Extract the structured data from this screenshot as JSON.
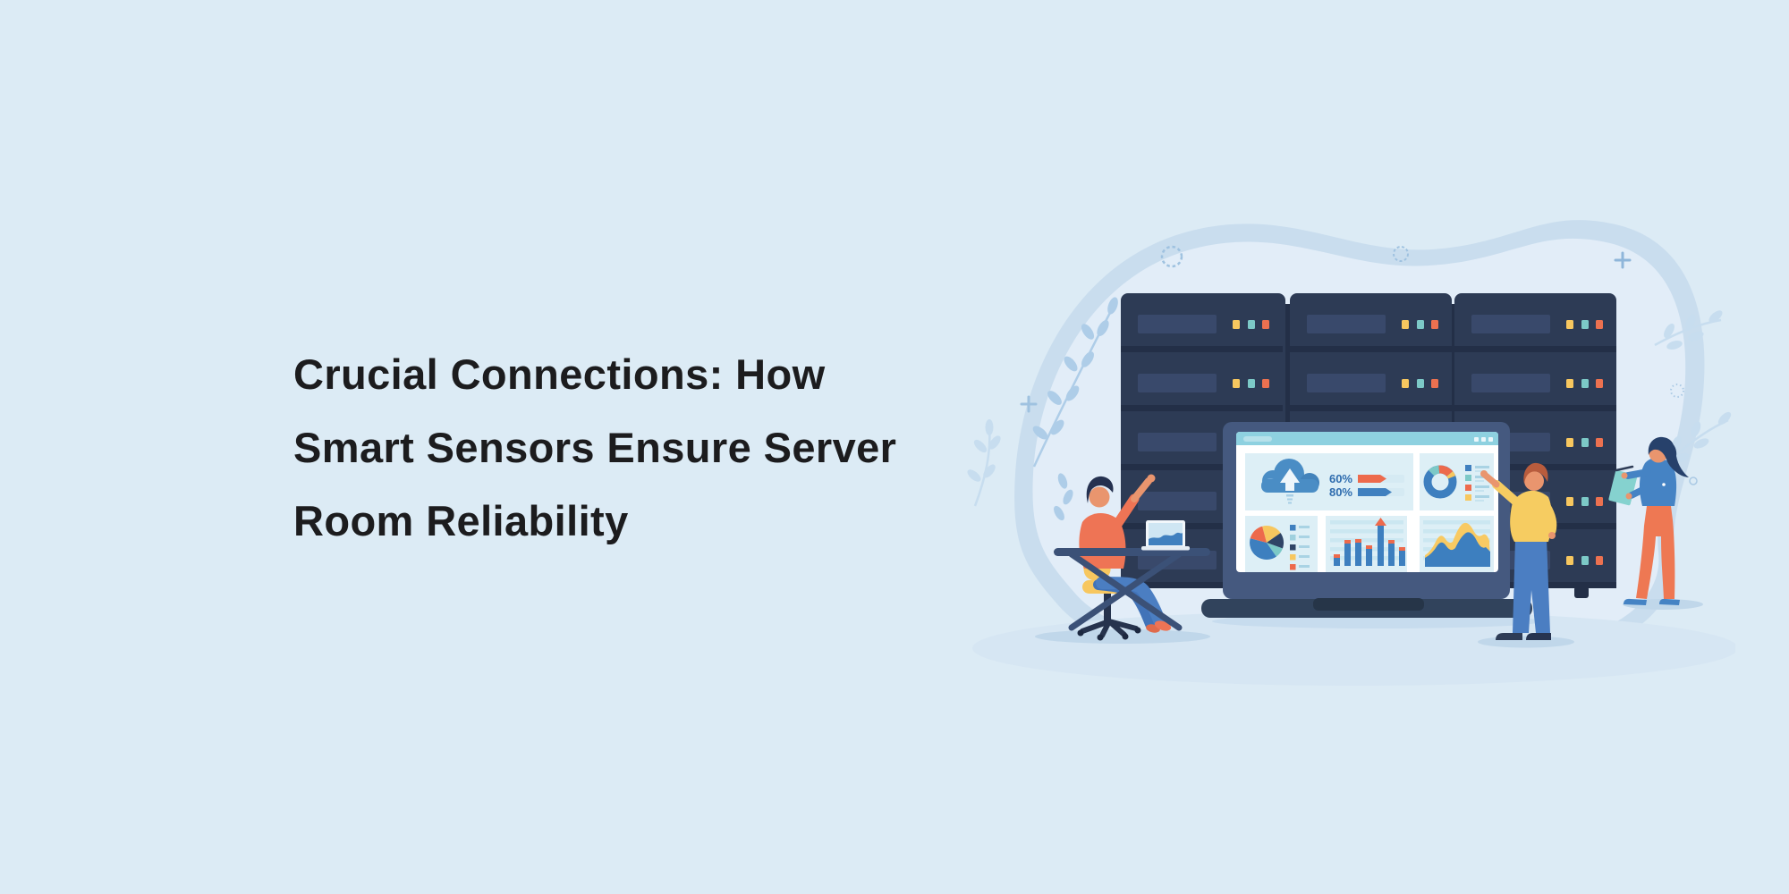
{
  "page": {
    "background": "#dcebf5"
  },
  "title": {
    "text": "Crucial Connections: How Smart Sensors Ensure Server Room Reliability",
    "lines": [
      "Crucial Connections: How",
      "Smart Sensors Ensure Server",
      "Room Reliability"
    ],
    "color": "#1c1c1e"
  },
  "illustration": {
    "dashboard": {
      "metrics": [
        {
          "label": "60%",
          "bar_color": "#ed6a4c"
        },
        {
          "label": "80%",
          "bar_color": "#4080bf"
        }
      ],
      "widgets": [
        "cloud-upload",
        "usage-bars",
        "donut-chart",
        "pie-chart",
        "bar-chart",
        "area-chart"
      ]
    },
    "icons": [
      "cloud-upload-icon",
      "dashed-circle-icon",
      "dotted-circle-icon",
      "plus-icon",
      "leaf-branch-icon",
      "clipboard-icon",
      "pen-icon"
    ],
    "palette": {
      "background": "#dcebf5",
      "blob_outer": "#c9ddee",
      "blob_inner": "#e2edf8",
      "rack_body": "#2d3b55",
      "rack_dark": "#232f47",
      "rack_panel": "#39496b",
      "light_yellow": "#f7c75f",
      "light_teal": "#7cc9c7",
      "light_orange": "#ec7150",
      "laptop_frame": "#45597f",
      "laptop_base": "#31435c",
      "topbar_teal": "#8ed1e0",
      "tile_blue": "#ddeff6",
      "chart_blue": "#3d7fbf",
      "chart_orange": "#ed6a4c",
      "chart_yellow": "#f7c75f",
      "chart_teal": "#7cc9c7",
      "chart_navy": "#2f4466",
      "skin": "#e9956e",
      "shirt_orange": "#ee7455",
      "sweater_yellow": "#f6cc61",
      "jeans_blue": "#4b7ec2",
      "woman_top_blue": "#4583c4",
      "pants_orange": "#ee7853"
    }
  }
}
